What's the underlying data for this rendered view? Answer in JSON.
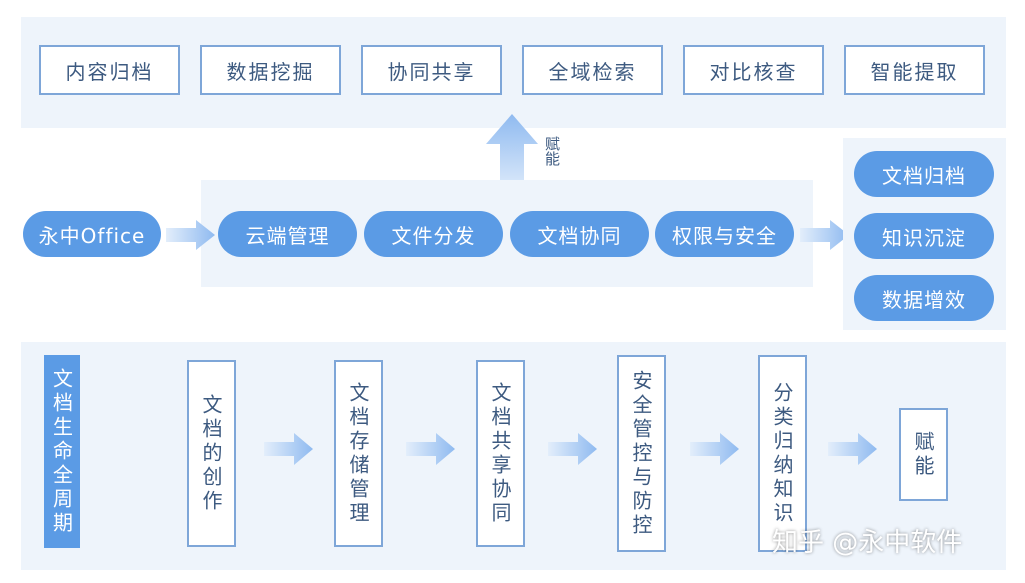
{
  "top_row": [
    "内容归档",
    "数据挖掘",
    "协同共享",
    "全域检索",
    "对比核查",
    "智能提取"
  ],
  "empower_label": "赋能",
  "source_label": "永中Office",
  "middle_pills": [
    "云端管理",
    "文件分发",
    "文档协同",
    "权限与安全"
  ],
  "outcomes": [
    "文档归档",
    "知识沉淀",
    "数据增效"
  ],
  "lifecycle_title": "文档生命全周期",
  "lifecycle_steps": [
    "文档的创作",
    "文档存储管理",
    "文档共享协同",
    "安全管控与防控",
    "分类归纳知识",
    "赋能"
  ],
  "watermark": "知乎 @永中软件",
  "colors": {
    "accent": "#5b9be5",
    "panel": "#eef4fb",
    "border": "#7ea6d8",
    "text": "#3d5a80"
  }
}
